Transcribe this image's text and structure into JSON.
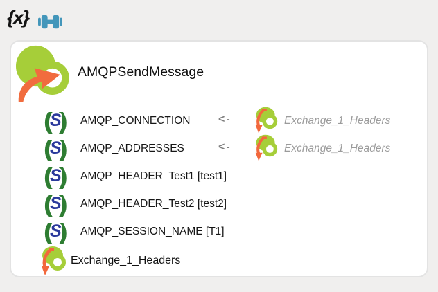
{
  "toolbar": {
    "variables_glyph": "{x}"
  },
  "node": {
    "title": "AMQPSendMessage",
    "parameters": [
      {
        "label": "AMQP_CONNECTION",
        "arrow": "<-",
        "mapped": "Exchange_1_Headers"
      },
      {
        "label": "AMQP_ADDRESSES",
        "arrow": "<-",
        "mapped": "Exchange_1_Headers"
      },
      {
        "label": "AMQP_HEADER_Test1 [test1]"
      },
      {
        "label": "AMQP_HEADER_Test2 [test2]"
      },
      {
        "label": "AMQP_SESSION_NAME [T1]"
      }
    ],
    "stored_reference": "Exchange_1_Headers"
  },
  "icons": {
    "string": {
      "open": "(",
      "letter": "S",
      "close": ")"
    }
  },
  "colors": {
    "green": "#a6ce39",
    "orange": "#f16c3e",
    "string_paren_green": "#2e7d32",
    "string_letter_blue": "#2b3a9c",
    "link_blue": "#4396ba",
    "mapped_text_gray": "#9b9b9b",
    "arrow_gray": "#7f7f7f",
    "page_bg": "#f0efee",
    "card_bg": "#ffffff",
    "card_border": "#e3e3e3"
  }
}
